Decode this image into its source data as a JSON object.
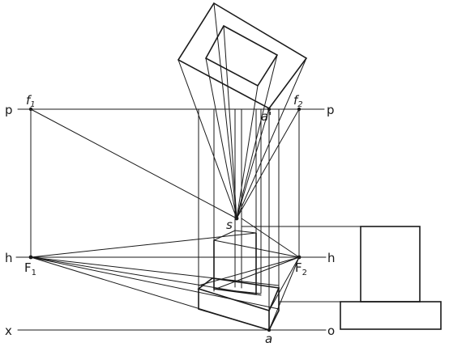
{
  "labels": {
    "p_left": "p",
    "p_right": "p",
    "f1": "f",
    "f1_sub": "1",
    "f2": "f",
    "f2_sub": "2",
    "a_prime": "a'",
    "s": "s",
    "h_left": "h",
    "h_right": "h",
    "F1": "F",
    "F1_sub": "1",
    "F2": "F",
    "F2_sub": "2",
    "x": "x",
    "o": "o",
    "a": "a"
  }
}
